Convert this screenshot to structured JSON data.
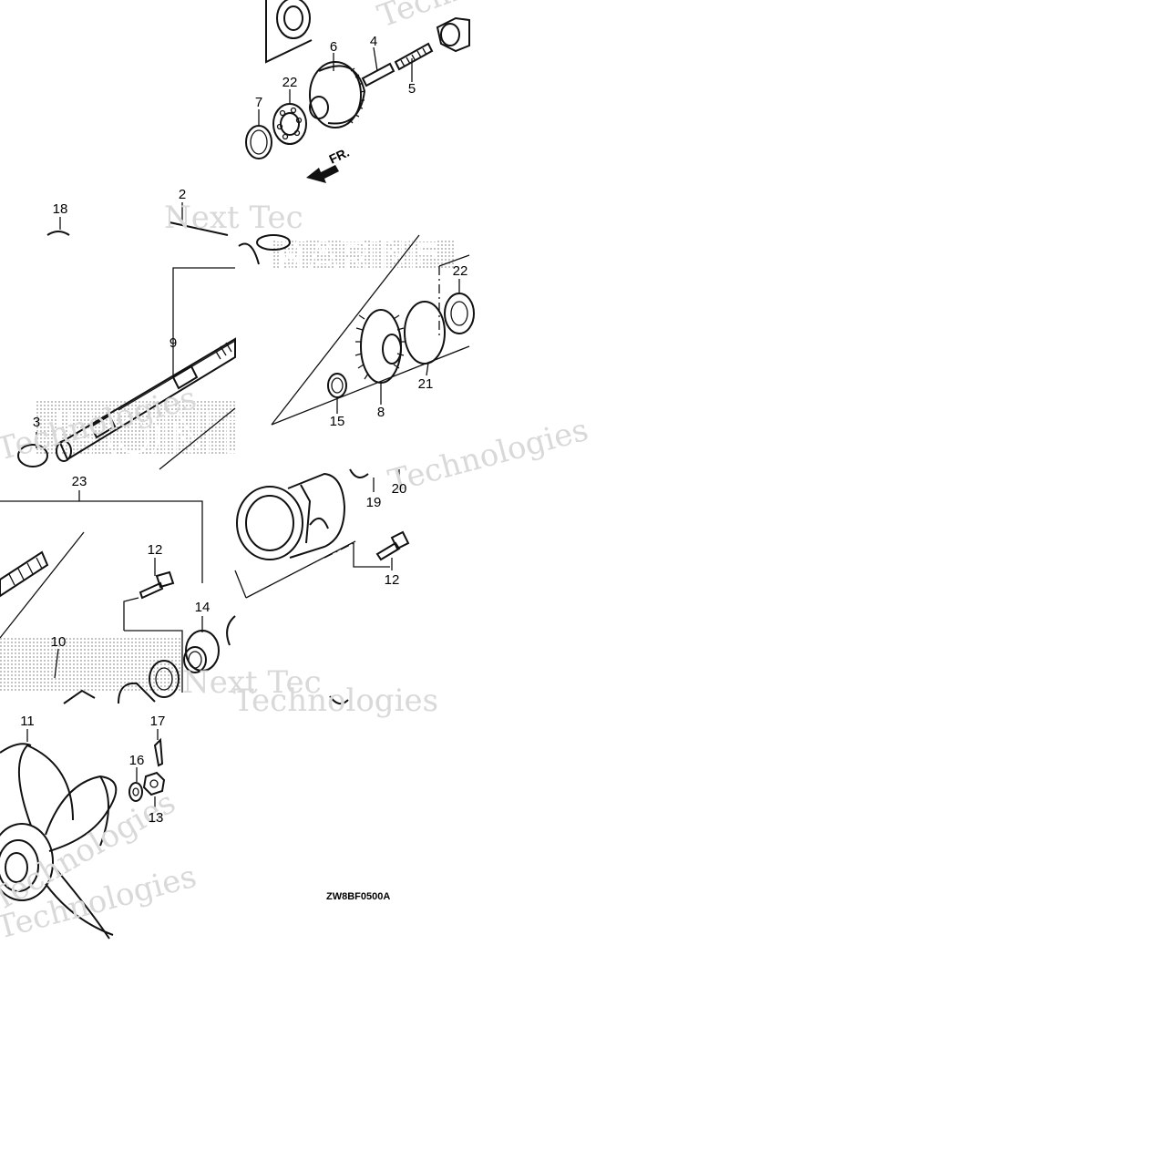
{
  "diagram": {
    "code": "ZW8BF0500A",
    "direction_label": "FR.",
    "watermark_text": "Technologies",
    "watermark_text_2": "Next Tec",
    "watermark_brand_1": "HONDA",
    "watermark_brand_2": "MARINE",
    "callouts": [
      {
        "id": "c1",
        "label": "6"
      },
      {
        "id": "c2",
        "label": "4"
      },
      {
        "id": "c3",
        "label": "5"
      },
      {
        "id": "c4",
        "label": "22"
      },
      {
        "id": "c5",
        "label": "7"
      },
      {
        "id": "c6",
        "label": "18"
      },
      {
        "id": "c7",
        "label": "2"
      },
      {
        "id": "c8",
        "label": "9"
      },
      {
        "id": "c9",
        "label": "3"
      },
      {
        "id": "c10",
        "label": "22"
      },
      {
        "id": "c11",
        "label": "21"
      },
      {
        "id": "c12",
        "label": "15"
      },
      {
        "id": "c13",
        "label": "8"
      },
      {
        "id": "c14",
        "label": "23"
      },
      {
        "id": "c15",
        "label": "19"
      },
      {
        "id": "c16",
        "label": "20"
      },
      {
        "id": "c17",
        "label": "12"
      },
      {
        "id": "c18",
        "label": "12"
      },
      {
        "id": "c19",
        "label": "14"
      },
      {
        "id": "c20",
        "label": "10"
      },
      {
        "id": "c21",
        "label": "11"
      },
      {
        "id": "c22",
        "label": "17"
      },
      {
        "id": "c23",
        "label": "16"
      },
      {
        "id": "c24",
        "label": "13"
      }
    ]
  }
}
